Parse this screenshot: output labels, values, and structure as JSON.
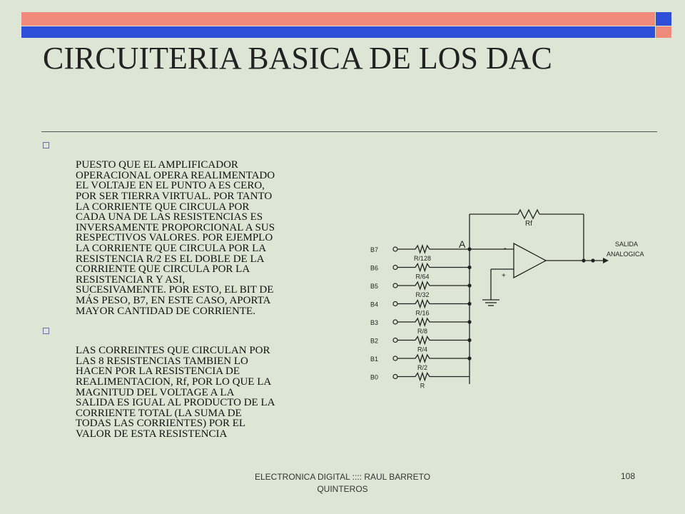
{
  "slide": {
    "title": "CIRCUITERIA BASICA DE LOS DAC",
    "bullets": [
      "PUESTO QUE EL AMPLIFICADOR\nOPERACIONAL OPERA REALIMENTADO\nEL VOLTAJE EN EL PUNTO A ES CERO,\nPOR SER TIERRA VIRTUAL. POR TANTO\nLA CORRIENTE QUE CIRCULA POR\nCADA UNA DE LAS RESISTENCIAS ES\nINVERSAMENTE PROPORCIONAL A SUS\nRESPECTIVOS VALORES. POR EJEMPLO\nLA CORRIENTE QUE CIRCULA POR LA\nRESISTENCIA R/2 ES EL DOBLE DE LA\nCORRIENTE QUE CIRCULA POR LA\nRESISTENCIA R Y ASI,\nSUCESIVAMENTE. POR ESTO, EL BIT DE\nMÁS PESO, B7, EN ESTE CASO, APORTA\nMAYOR CANTIDAD DE CORRIENTE.",
      "LAS CORREINTES QUE CIRCULAN POR\nLAS 8 RESISTENCIAS TAMBIEN LO\nHACEN POR LA RESISTENCIA DE\nREALIMENTACION, Rf, POR LO QUE LA\nMAGNITUD DEL VOLTAGE A LA\nSALIDA ES IGUAL AL PRODUCTO DE LA\nCORRIENTE TOTAL (LA SUMA DE\nTODAS LAS CORRIENTES) POR EL\nVALOR DE ESTA RESISTENCIA"
    ],
    "footer_text": "ELECTRONICA DIGITAL :::: RAUL BARRETO QUINTEROS",
    "page_number": "108"
  },
  "circuit": {
    "node_label": "A",
    "feedback_resistor": "Rf",
    "output_label_line1": "SALIDA",
    "output_label_line2": "ANALOGICA",
    "opamp_minus": "-",
    "opamp_plus": "+",
    "inputs": [
      {
        "bit": "B7",
        "resistor": "R/128"
      },
      {
        "bit": "B6",
        "resistor": "R/64"
      },
      {
        "bit": "B5",
        "resistor": "R/32"
      },
      {
        "bit": "B4",
        "resistor": "R/16"
      },
      {
        "bit": "B3",
        "resistor": "R/8"
      },
      {
        "bit": "B2",
        "resistor": "R/4"
      },
      {
        "bit": "B1",
        "resistor": "R/2"
      },
      {
        "bit": "B0",
        "resistor": "R"
      }
    ]
  },
  "colors": {
    "accent_red": "#f08a7a",
    "accent_blue": "#2f4fd8",
    "background": "#dde6d5"
  }
}
